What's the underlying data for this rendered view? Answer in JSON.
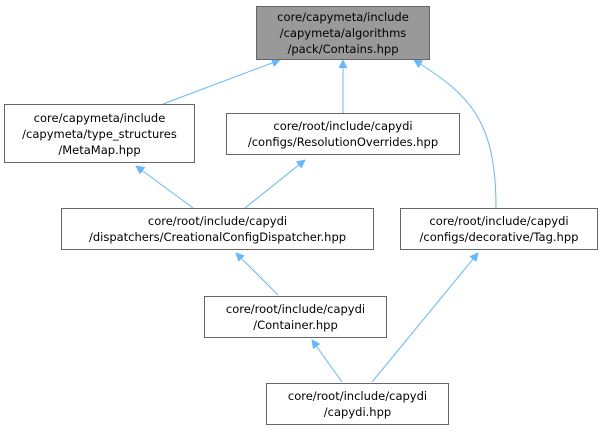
{
  "nodes": {
    "contains": [
      "core/capymeta/include",
      "/capymeta/algorithms",
      "/pack/Contains.hpp"
    ],
    "metamap": [
      "core/capymeta/include",
      "/capymeta/type_structures",
      "/MetaMap.hpp"
    ],
    "resolution": [
      "core/root/include/capydi",
      "/configs/ResolutionOverrides.hpp"
    ],
    "creational": [
      "core/root/include/capydi",
      "/dispatchers/CreationalConfigDispatcher.hpp"
    ],
    "tag": [
      "core/root/include/capydi",
      "/configs/decorative/Tag.hpp"
    ],
    "container": [
      "core/root/include/capydi",
      "/Container.hpp"
    ],
    "capydi": [
      "core/root/include/capydi",
      "/capydi.hpp"
    ]
  },
  "edges": [
    {
      "from": "metamap",
      "to": "contains"
    },
    {
      "from": "resolution",
      "to": "contains"
    },
    {
      "from": "tag",
      "to": "contains"
    },
    {
      "from": "creational",
      "to": "metamap"
    },
    {
      "from": "creational",
      "to": "resolution"
    },
    {
      "from": "container",
      "to": "creational"
    },
    {
      "from": "capydi",
      "to": "container"
    },
    {
      "from": "capydi",
      "to": "tag"
    }
  ],
  "colors": {
    "edge": "#63b8ff",
    "root_fill": "#999999",
    "border": "#666666"
  }
}
